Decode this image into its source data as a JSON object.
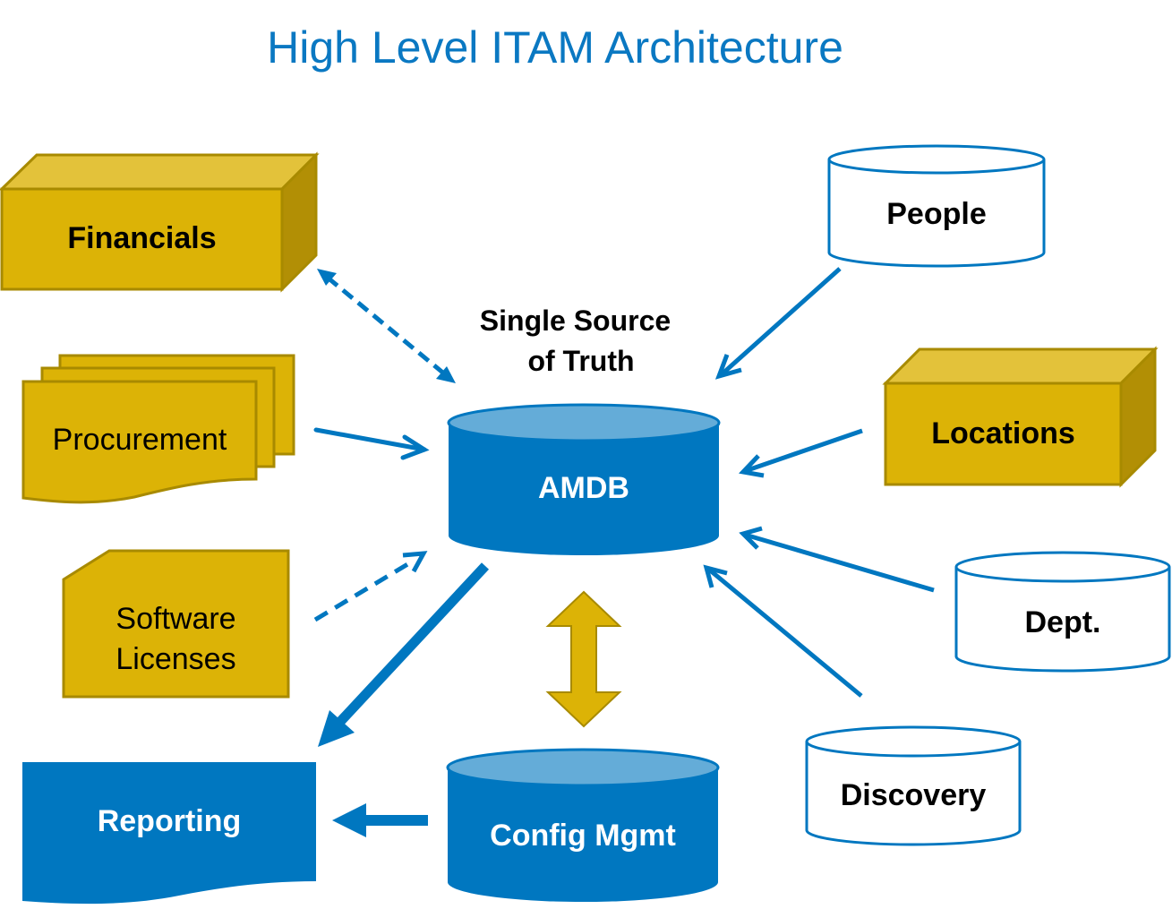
{
  "title": "High Level ITAM Architecture",
  "colors": {
    "blue": "#0077c0",
    "blue_light": "#64acd8",
    "gold": "#dcb306",
    "gold_top": "#e3c23a",
    "gold_side": "#b28f05",
    "gold_stroke": "#a88a00",
    "title": "#0a78c2"
  },
  "nodes": {
    "financials": {
      "label": "Financials",
      "shape": "3d-box"
    },
    "procurement": {
      "label": "Procurement",
      "shape": "multi-document"
    },
    "software_licenses": {
      "label_line1": "Software",
      "label_line2": "Licenses",
      "shape": "card"
    },
    "reporting": {
      "label": "Reporting",
      "shape": "document"
    },
    "amdb": {
      "label": "AMDB",
      "caption_line1": "Single Source",
      "caption_line2": "of Truth",
      "shape": "database"
    },
    "config_mgmt": {
      "label": "Config Mgmt",
      "shape": "database"
    },
    "people": {
      "label": "People",
      "shape": "database-outline"
    },
    "locations": {
      "label": "Locations",
      "shape": "3d-box"
    },
    "dept": {
      "label": "Dept.",
      "shape": "database-outline"
    },
    "discovery": {
      "label": "Discovery",
      "shape": "database-outline"
    }
  },
  "edges": [
    {
      "from": "Financials",
      "to": "AMDB",
      "style": "dashed",
      "direction": "both"
    },
    {
      "from": "Procurement",
      "to": "AMDB",
      "style": "solid",
      "direction": "forward"
    },
    {
      "from": "Software Licenses",
      "to": "AMDB",
      "style": "dashed",
      "direction": "forward"
    },
    {
      "from": "AMDB",
      "to": "Reporting",
      "style": "thick",
      "direction": "forward"
    },
    {
      "from": "AMDB",
      "to": "Config Mgmt",
      "style": "block",
      "direction": "both"
    },
    {
      "from": "Config Mgmt",
      "to": "Reporting",
      "style": "block",
      "direction": "forward"
    },
    {
      "from": "People",
      "to": "AMDB",
      "style": "solid",
      "direction": "forward"
    },
    {
      "from": "Locations",
      "to": "AMDB",
      "style": "solid",
      "direction": "forward"
    },
    {
      "from": "Dept.",
      "to": "AMDB",
      "style": "solid",
      "direction": "forward"
    },
    {
      "from": "Discovery",
      "to": "AMDB",
      "style": "solid",
      "direction": "forward"
    }
  ]
}
